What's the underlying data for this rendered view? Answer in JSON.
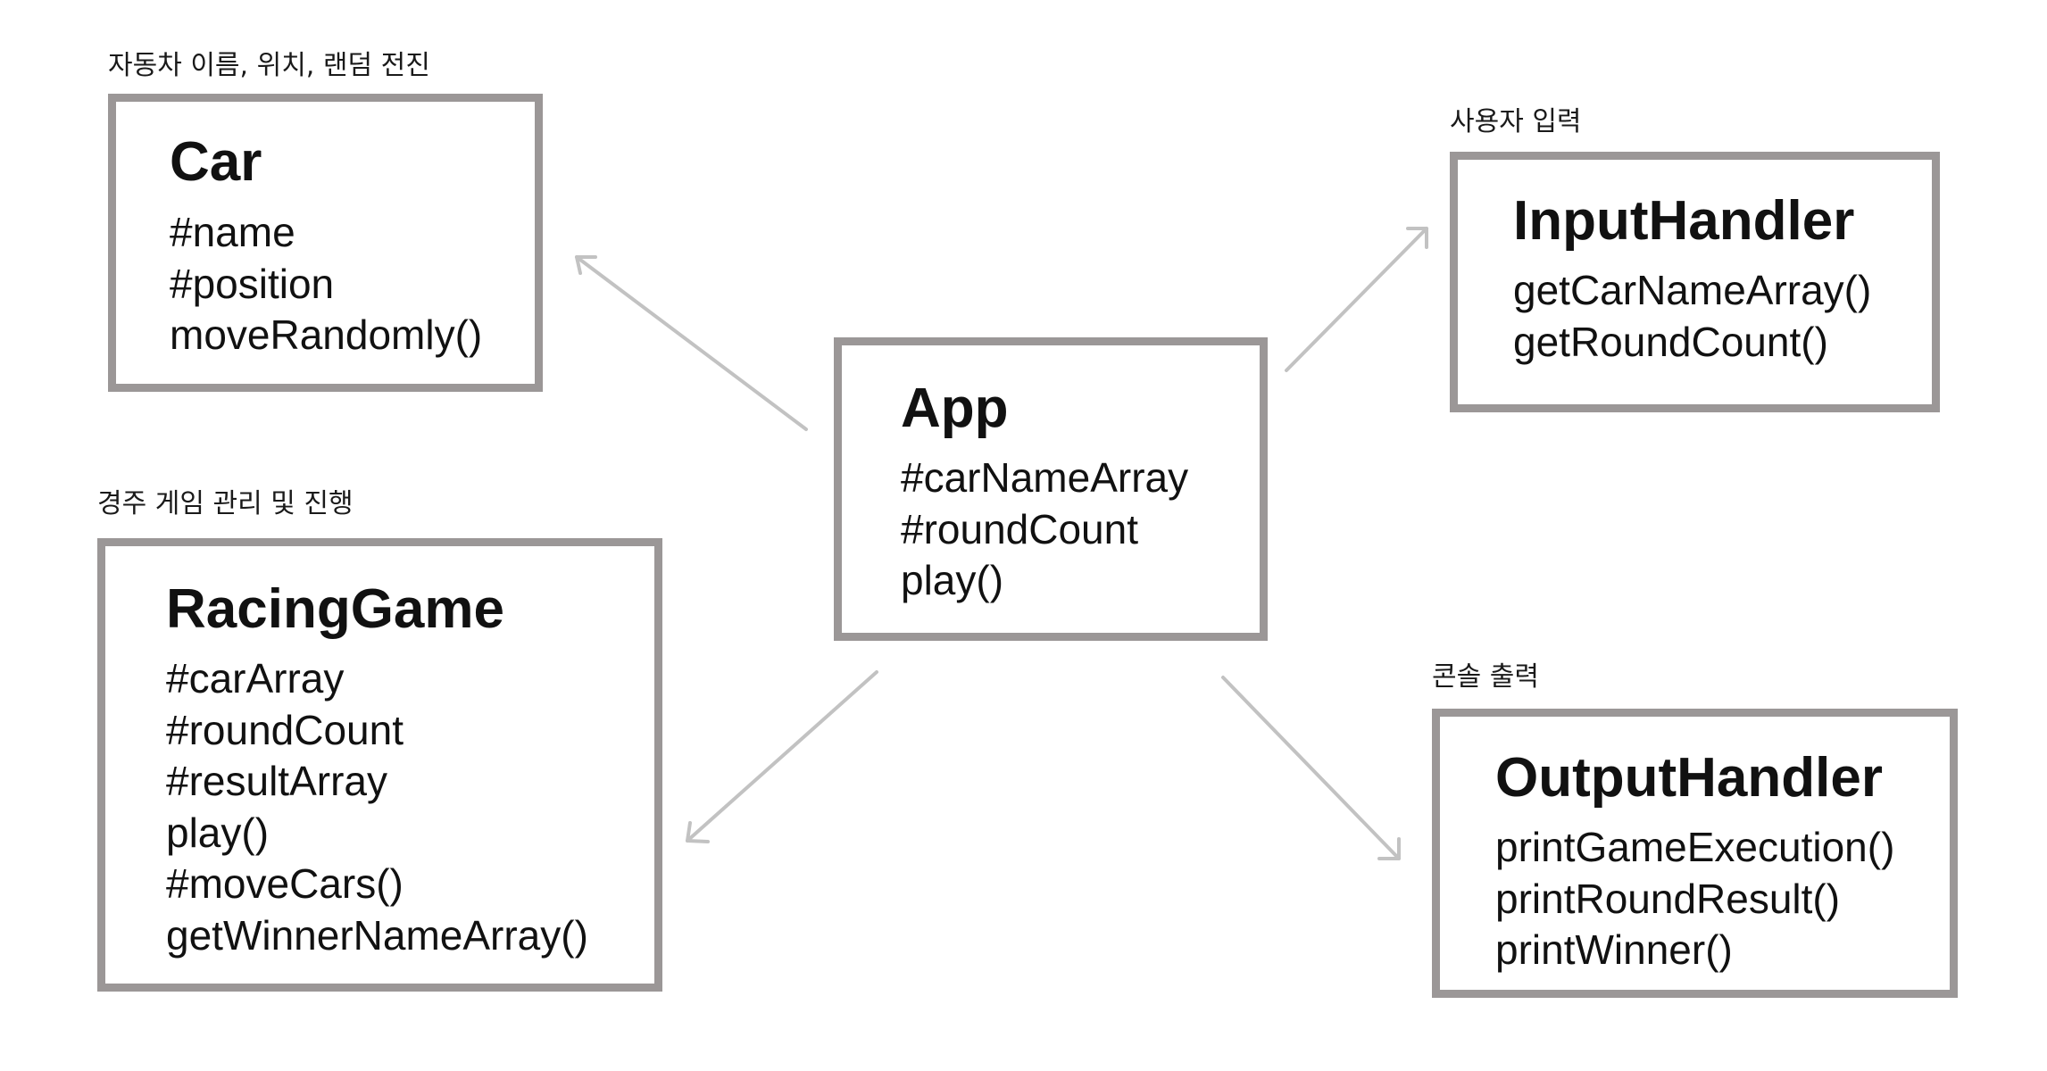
{
  "classes": {
    "car": {
      "caption": "자동차 이름, 위치, 랜덤 전진",
      "title": "Car",
      "members": [
        "#name",
        "#position",
        "moveRandomly()"
      ]
    },
    "input_handler": {
      "caption": "사용자 입력",
      "title": "InputHandler",
      "members": [
        "getCarNameArray()",
        "getRoundCount()"
      ]
    },
    "app": {
      "caption": "",
      "title": "App",
      "members": [
        "#carNameArray",
        "#roundCount",
        "play()"
      ]
    },
    "racing_game": {
      "caption": "경주 게임 관리 및 진행",
      "title": "RacingGame",
      "members": [
        "#carArray",
        "#roundCount",
        "#resultArray",
        "play()",
        "#moveCars()",
        "getWinnerNameArray()"
      ]
    },
    "output_handler": {
      "caption": "콘솔 출력",
      "title": "OutputHandler",
      "members": [
        "printGameExecution()",
        "printRoundResult()",
        "printWinner()"
      ]
    }
  },
  "relations": [
    {
      "from": "App",
      "to": "Car"
    },
    {
      "from": "App",
      "to": "InputHandler"
    },
    {
      "from": "App",
      "to": "RacingGame"
    },
    {
      "from": "App",
      "to": "OutputHandler"
    }
  ],
  "colors": {
    "box_border": "#9b9797",
    "arrow": "#c2c2c2",
    "text": "#111111"
  }
}
